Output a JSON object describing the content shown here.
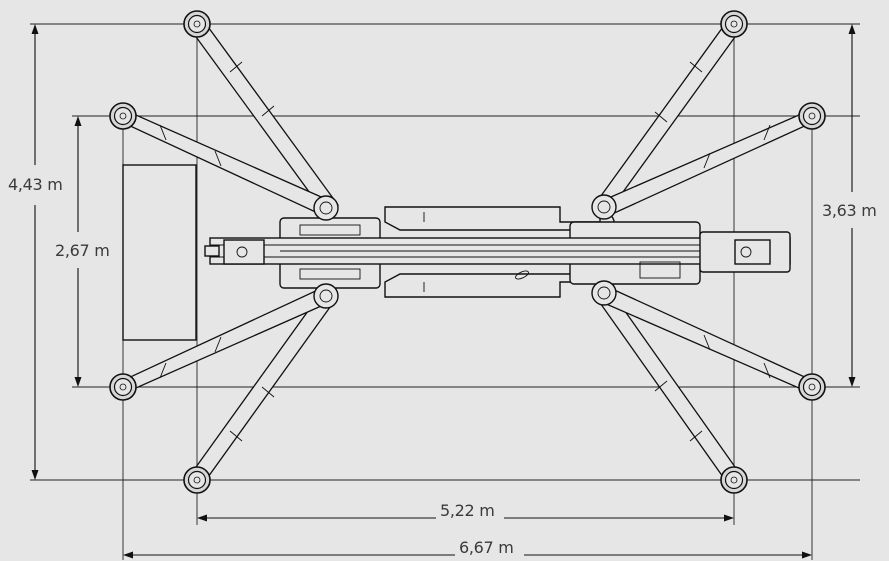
{
  "drawing": {
    "dimensions": {
      "outer_height": "4,43 m",
      "inner_height": "2,67 m",
      "outrigger_height": "3,63 m",
      "inner_width": "5,22 m",
      "outer_width": "6,67 m"
    },
    "colors": {
      "background": "#e6e6e6",
      "line": "#111111",
      "label": "#3a3a3a"
    }
  }
}
